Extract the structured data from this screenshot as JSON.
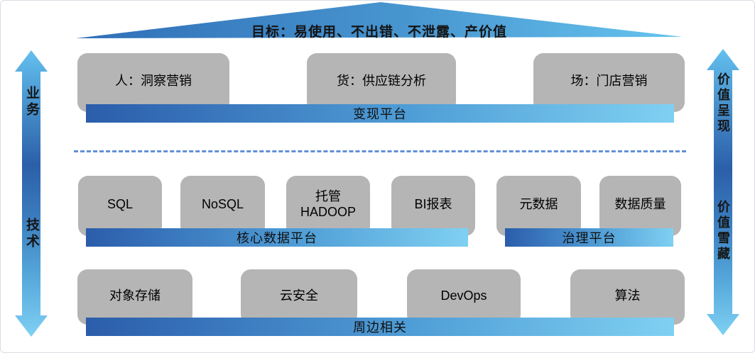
{
  "roof": {
    "label": "目标：易使用、不出错、不泄露、产价值"
  },
  "left_axis": {
    "top": "业务",
    "bottom": "技术"
  },
  "right_axis": {
    "top": "价值呈现",
    "bottom": "价值雪藏"
  },
  "rows": [
    {
      "boxes": [
        "人：洞察营销",
        "货：供应链分析",
        "场：门店营销"
      ],
      "bar": "变现平台"
    },
    {
      "boxes": [
        "SQL",
        "NoSQL",
        "托管\nHADOOP",
        "BI报表",
        "元数据",
        "数据质量"
      ],
      "bar_left": "核心数据平台",
      "bar_right": "治理平台"
    },
    {
      "boxes": [
        "对象存储",
        "云安全",
        "DevOps",
        "算法"
      ],
      "bar": "周边相关"
    }
  ],
  "colors": {
    "roof_gradient_start": "#2f6eb7",
    "roof_gradient_end": "#66c4ee",
    "bar_gradient_start": "#2b5dab",
    "bar_gradient_end": "#7fd0f2",
    "arrow_light": "#66c3ef",
    "arrow_dark": "#2b61ab",
    "box_gray": "#b5b5b5",
    "divider_blue": "#6191d6"
  }
}
